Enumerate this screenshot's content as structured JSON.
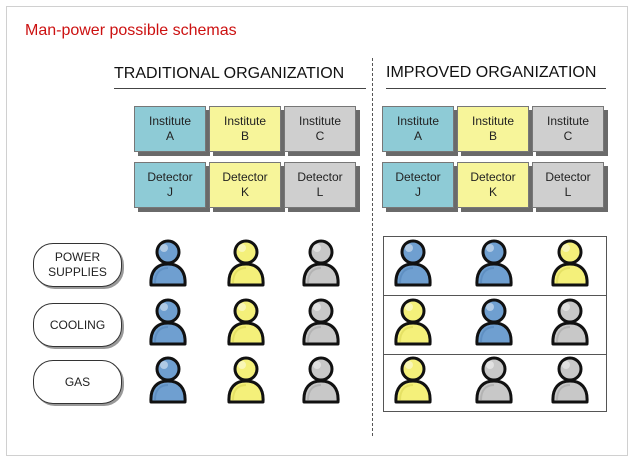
{
  "title": "Man-power possible schemas",
  "traditional": {
    "heading": "TRADITIONAL ORGANIZATION",
    "institutes": [
      {
        "line1": "Institute",
        "line2": "A",
        "color": "#8ecbd6"
      },
      {
        "line1": "Institute",
        "line2": "B",
        "color": "#f7f59a"
      },
      {
        "line1": "Institute",
        "line2": "C",
        "color": "#cfcfcf"
      }
    ],
    "detectors": [
      {
        "line1": "Detector",
        "line2": "J",
        "color": "#8ecbd6"
      },
      {
        "line1": "Detector",
        "line2": "K",
        "color": "#f7f59a"
      },
      {
        "line1": "Detector",
        "line2": "L",
        "color": "#cfcfcf"
      }
    ],
    "people": [
      [
        "blue",
        "yellow",
        "gray"
      ],
      [
        "blue",
        "yellow",
        "gray"
      ],
      [
        "blue",
        "yellow",
        "gray"
      ]
    ]
  },
  "improved": {
    "heading": "IMPROVED ORGANIZATION",
    "institutes": [
      {
        "line1": "Institute",
        "line2": "A",
        "color": "#8ecbd6"
      },
      {
        "line1": "Institute",
        "line2": "B",
        "color": "#f7f59a"
      },
      {
        "line1": "Institute",
        "line2": "C",
        "color": "#cfcfcf"
      }
    ],
    "detectors": [
      {
        "line1": "Detector",
        "line2": "J",
        "color": "#8ecbd6"
      },
      {
        "line1": "Detector",
        "line2": "K",
        "color": "#f7f59a"
      },
      {
        "line1": "Detector",
        "line2": "L",
        "color": "#cfcfcf"
      }
    ],
    "people": [
      [
        "blue",
        "blue",
        "yellow"
      ],
      [
        "yellow",
        "blue",
        "gray"
      ],
      [
        "yellow",
        "gray",
        "gray"
      ]
    ]
  },
  "tasks": [
    {
      "label": "POWER\nSUPPLIES"
    },
    {
      "label": "COOLING"
    },
    {
      "label": "GAS"
    }
  ],
  "colors": {
    "title": "#cc1111",
    "blue": "#6f9fd0",
    "yellow": "#f4f07a",
    "gray": "#c8c8c8"
  }
}
